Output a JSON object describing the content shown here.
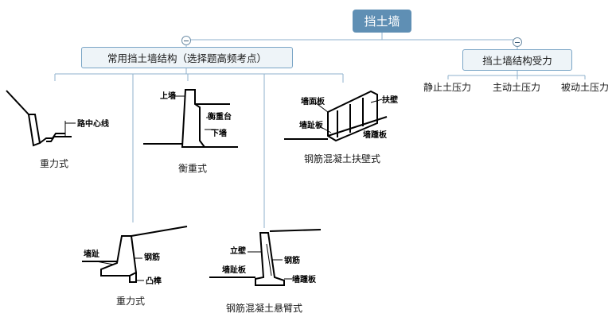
{
  "root": {
    "title": "挡土墙"
  },
  "branches": {
    "left": {
      "label": "常用挡土墙结构（选择题高频考点）",
      "items": [
        {
          "caption": "重力式",
          "labels": [
            "路中心线"
          ]
        },
        {
          "caption": "衡重式",
          "labels": [
            "上墙",
            "衡重台",
            "下墙"
          ]
        },
        {
          "caption": "钢筋混凝土扶壁式",
          "labels": [
            "墙面板",
            "扶壁",
            "墙趾板",
            "墙踵板"
          ]
        },
        {
          "caption": "重力式",
          "labels": [
            "墙趾",
            "钢筋",
            "凸榫"
          ]
        },
        {
          "caption": "钢筋混凝土悬臂式",
          "labels": [
            "立壁",
            "钢筋",
            "墙趾板",
            "墙踵板"
          ]
        }
      ]
    },
    "right": {
      "label": "挡土墙结构受力",
      "items": [
        "静止土压力",
        "主动土压力",
        "被动土压力"
      ]
    }
  },
  "colors": {
    "root_bg": "#5f8fb4",
    "connector": "#8fb2cc",
    "branch_border": "#7aa5c6",
    "branch_bg": "#eef4f8"
  }
}
